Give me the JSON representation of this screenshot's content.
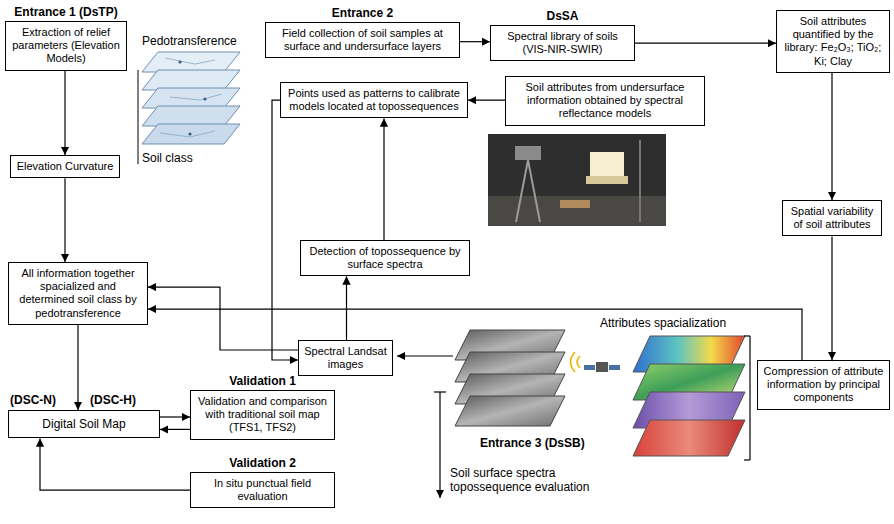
{
  "diagram": {
    "nodes": [
      {
        "text": [
          "Entrance 1 (DsTP)",
          "Extraction of relief parameters (Elevation Models)"
        ]
      },
      {
        "text": [
          "Entrance 2",
          "Field collection of soil samples at surface and undersurface layers"
        ]
      },
      {
        "text": [
          "DsSA",
          "Spectral library of soils (VIS-NIR-SWIR)"
        ]
      },
      {
        "text": [
          "Soil attributes quantified by the library: Fe₂O₃; TiO₂; Ki; Clay"
        ]
      },
      {
        "text": [
          "Elevation Curvature"
        ]
      },
      {
        "text": [
          "Points used as patterns to calibrate models located at topossequences"
        ]
      },
      {
        "text": [
          "Soil attributes from undersurface information obtained by spectral reflectance models"
        ]
      },
      {
        "text": [
          "Spatial variability of soil attributes"
        ]
      },
      {
        "text": [
          "All information together spacialized and determined soil class by pedotransference"
        ]
      },
      {
        "text": [
          "Detection of topossequence by surface spectra"
        ]
      },
      {
        "text": [
          "Spectral Landsat images"
        ]
      },
      {
        "text": [
          "Compression of attribute information by principal components"
        ]
      },
      {
        "text": [
          "Digital Soil Map"
        ]
      },
      {
        "text": [
          "Validation 1",
          "Validation and comparison with traditional soil map (TFS1, TFS2)"
        ]
      },
      {
        "text": [
          "Validation 2",
          "In situ punctual field evaluation"
        ]
      }
    ],
    "edges": [
      {
        "from": 0,
        "to": 4,
        "arrow": "to"
      },
      {
        "from": 4,
        "to": 8,
        "arrow": "to"
      },
      {
        "from": 1,
        "to": 2,
        "arrow": "to"
      },
      {
        "from": 2,
        "to": 3,
        "arrow": "to"
      },
      {
        "from": 3,
        "to": 7,
        "arrow": "to"
      },
      {
        "from": 7,
        "to": 11,
        "arrow": "to"
      },
      {
        "from": 6,
        "to": 5,
        "arrow": "to"
      },
      {
        "from": 9,
        "to": 5,
        "arrow": "to"
      },
      {
        "from": 10,
        "to": 9,
        "arrow": "to"
      },
      {
        "from": 5,
        "to": 10,
        "arrow": "to"
      },
      {
        "from": 10,
        "to": 8,
        "arrow": "to"
      },
      {
        "from": 11,
        "to": 8,
        "arrow": "to"
      },
      {
        "from": 8,
        "to": 12,
        "arrow": "to"
      },
      {
        "from": 12,
        "to": 13,
        "arrow": "to"
      },
      {
        "from": 13,
        "to": 12,
        "arrow": "to"
      },
      {
        "from": 14,
        "to": 12,
        "arrow": "to"
      }
    ],
    "labels": [
      "Pedotransference",
      "Soil class",
      "Attributes spacialization",
      "Entrance 3 (DsSB)",
      "(DSC-N)",
      "(DSC-H)",
      "Soil surface spectra topossequence evaluation"
    ]
  }
}
